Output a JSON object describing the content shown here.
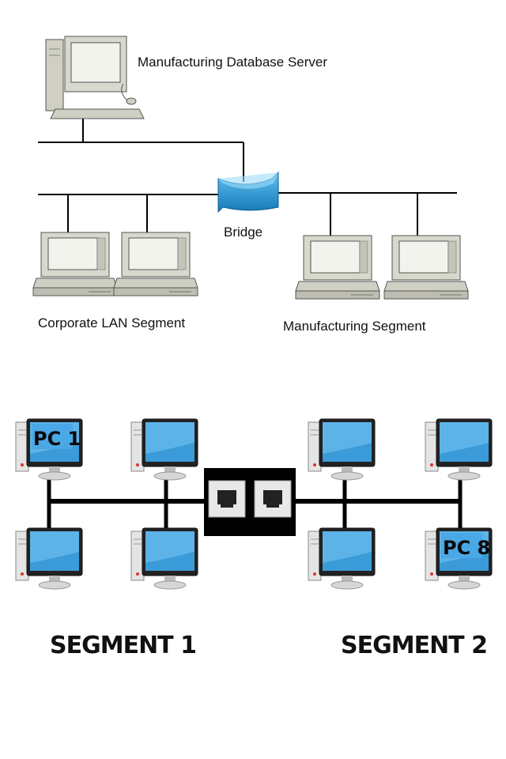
{
  "top_diagram": {
    "server_label": "Manufacturing Database Server",
    "bridge_label": "Bridge",
    "left_segment_label": "Corporate LAN Segment",
    "right_segment_label": "Manufacturing Segment"
  },
  "bottom_diagram": {
    "pc_first_label": "PC 1",
    "pc_last_label": "PC 8",
    "segment1_label": "SEGMENT 1",
    "segment2_label": "SEGMENT 2"
  },
  "colors": {
    "line": "#000000",
    "pc_beige": "#d6d6c8",
    "screen_dark": "#f2f2ec",
    "bridge_blue": "#1e8fce",
    "monitor_blue": "#3a9bd8",
    "label_highlight_blue": "#4aa8e6"
  }
}
